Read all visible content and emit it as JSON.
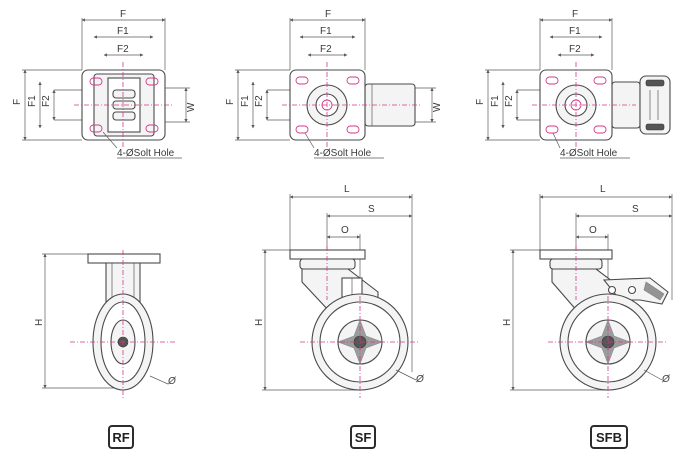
{
  "dims": {
    "F": "F",
    "F1": "F1",
    "F2": "F2",
    "W": "W",
    "L": "L",
    "S": "S",
    "O": "O",
    "H": "H",
    "phi": "Ø",
    "bolt_hole": "4-ØSolt Hole"
  },
  "models": [
    {
      "code": "RF"
    },
    {
      "code": "SF"
    },
    {
      "code": "SFB"
    }
  ],
  "colors": {
    "centerline": "#d23a8a",
    "line": "#4a4a4a",
    "badge_border": "#2c2c2c"
  }
}
